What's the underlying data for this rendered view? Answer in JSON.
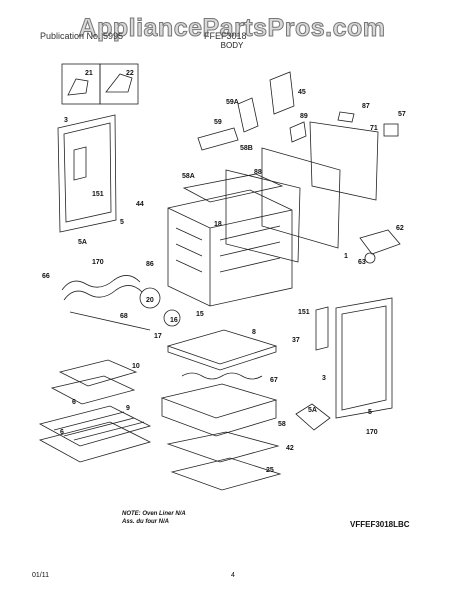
{
  "header": {
    "watermark": "AppliancePartsPros.com",
    "publication_no": "Publication No. 5995",
    "model": "FFEF3018",
    "section": "BODY"
  },
  "callouts": [
    "3",
    "21",
    "22",
    "45",
    "59A",
    "59",
    "89",
    "87",
    "57",
    "71",
    "58B",
    "88",
    "58A",
    "151",
    "5",
    "5A",
    "18",
    "44",
    "86",
    "170",
    "66",
    "62",
    "1",
    "63",
    "20",
    "15",
    "68",
    "17",
    "16",
    "8",
    "151",
    "37",
    "67",
    "10",
    "58",
    "9",
    "3",
    "5A",
    "5",
    "6",
    "42",
    "6",
    "170",
    "25",
    "44"
  ],
  "note": {
    "line1": "NOTE: Oven Liner N/A",
    "line2": "Ass. du four N/A"
  },
  "footer": {
    "code": "VFFEF3018LBC",
    "date": "01/11",
    "page": "4"
  }
}
